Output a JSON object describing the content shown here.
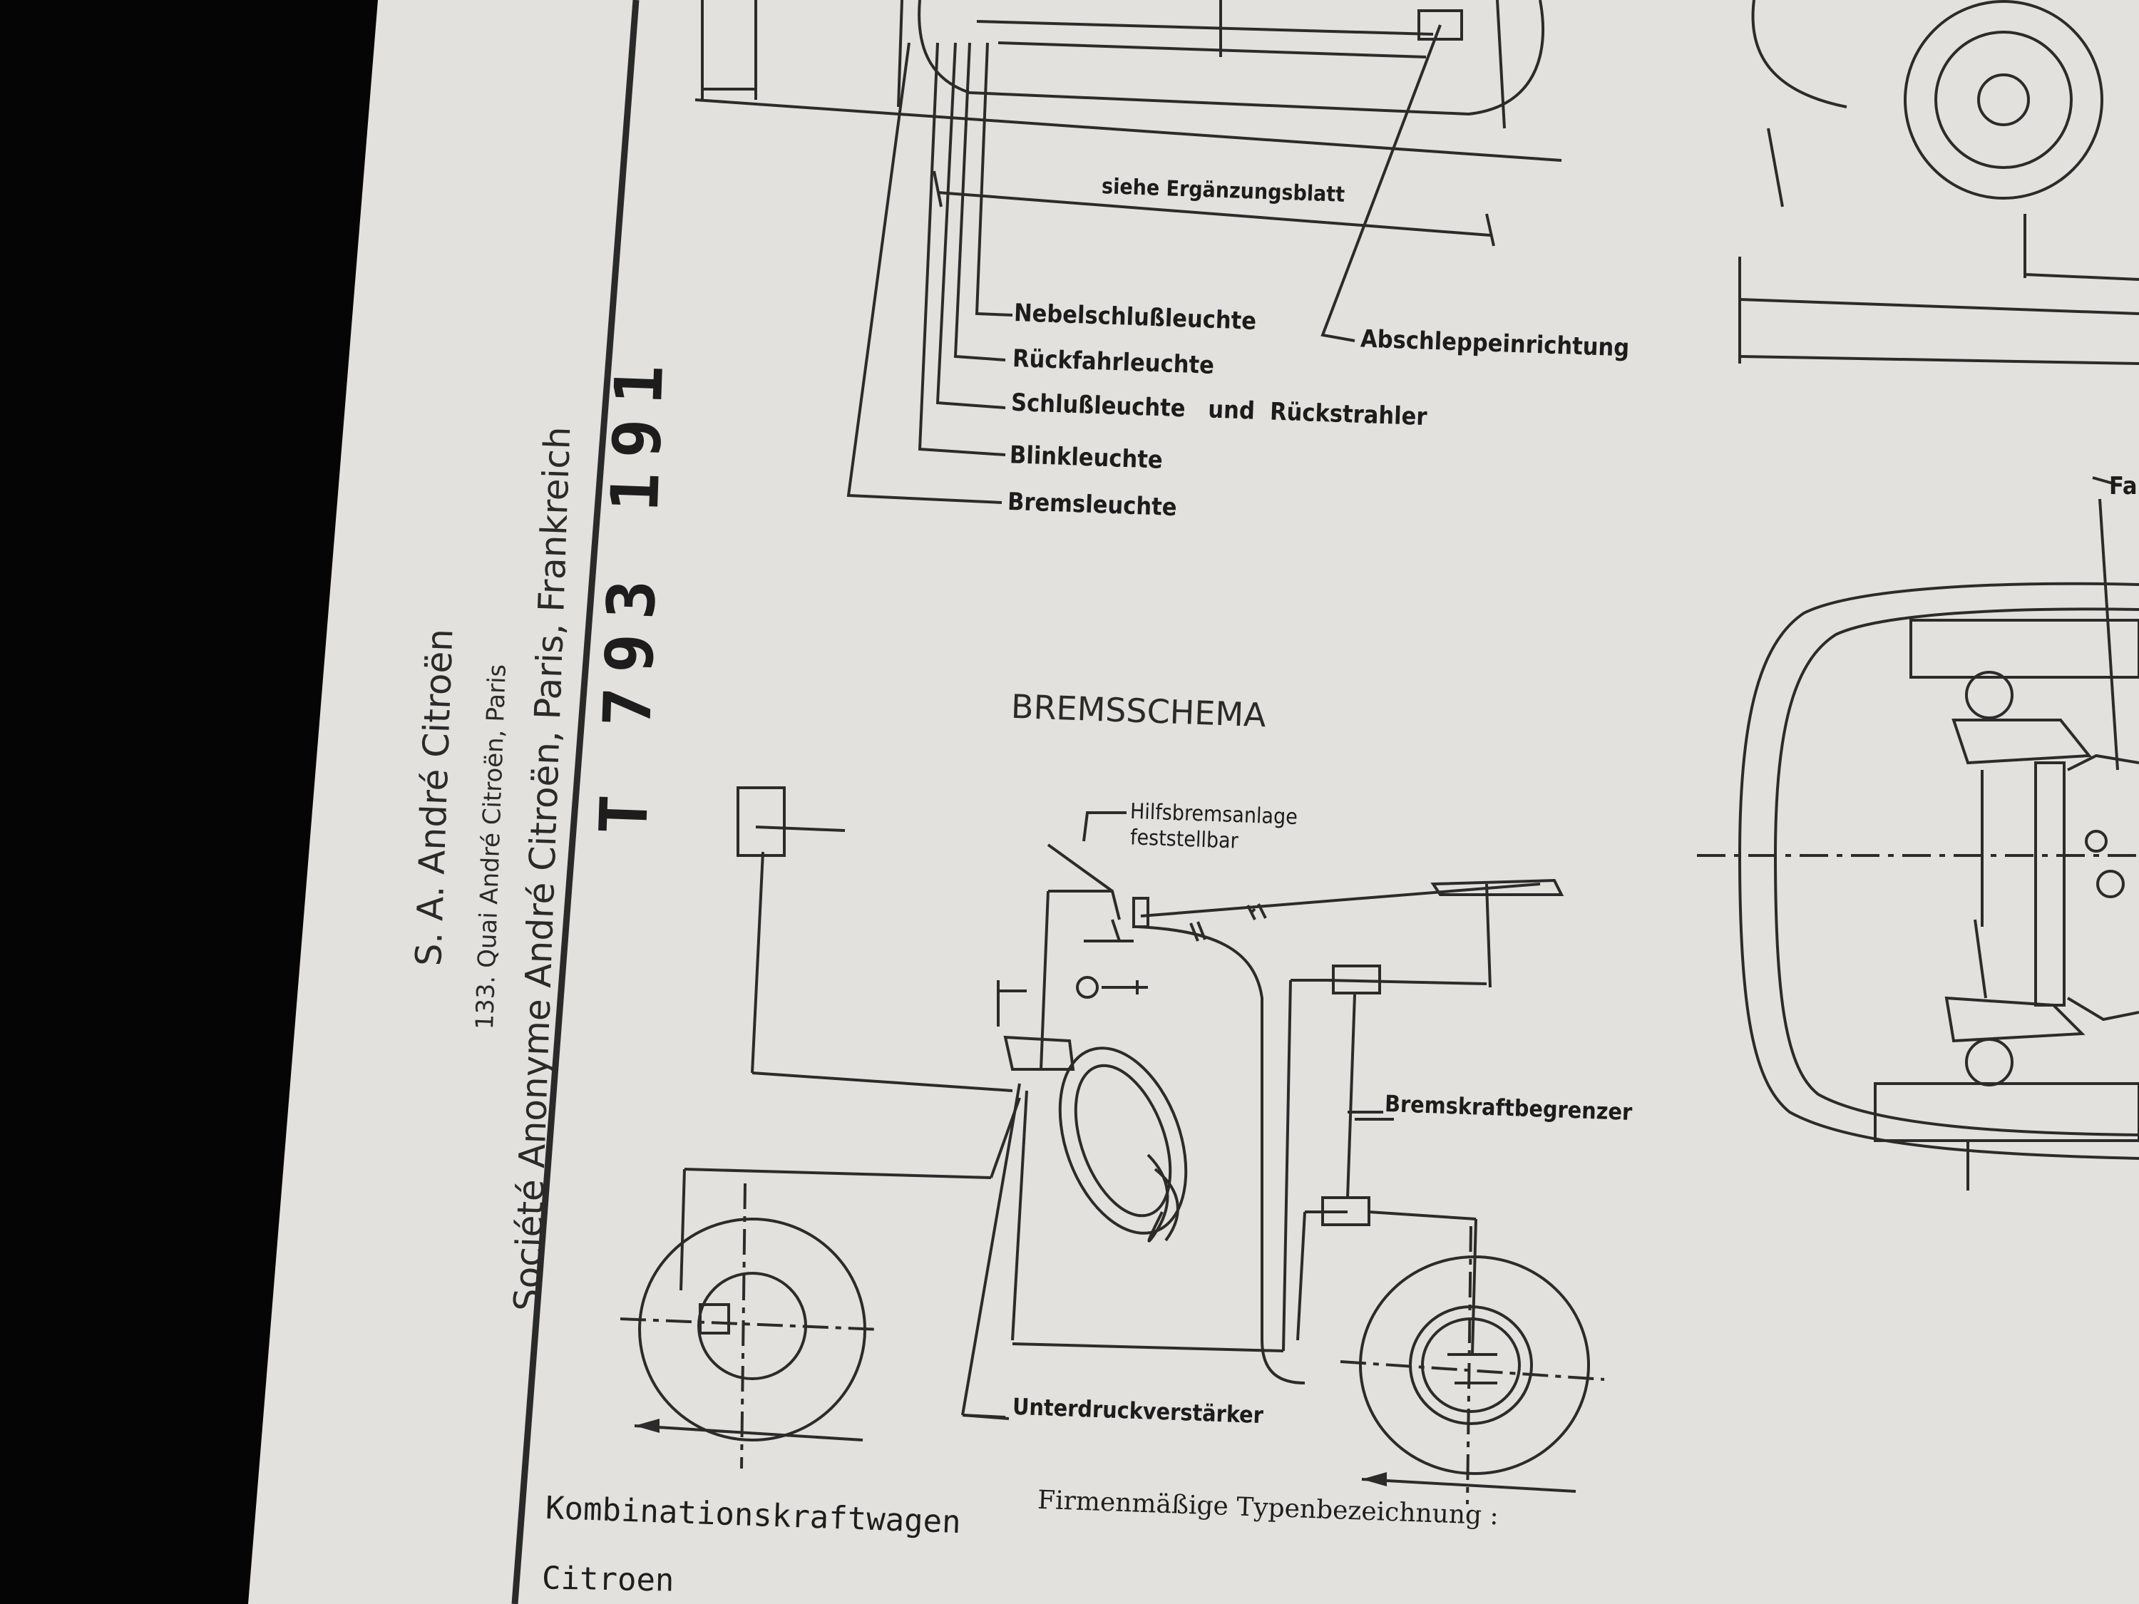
{
  "stamp": {
    "company": "S. A. André Citroën",
    "address": "133. Quai André Citroën, Paris",
    "legal_name": "Société Anonyme André Citroën, Paris, Frankreich"
  },
  "approval_number": "T 793 191",
  "rear_view": {
    "dimension_note": "siehe Ergänzungsblatt",
    "lights": [
      "Nebelschlußleuchte",
      "Rückfahrleuchte",
      "Schlußleuchte   und  Rückstrahler",
      "Blinkleuchte",
      "Bremsleuchte"
    ],
    "towing": "Abschleppeinrichtung"
  },
  "side_label_partial": "Fa",
  "brake_schema": {
    "title": "BREMSSCHEMA",
    "parking_brake_line1": "Hilfsbremsanlage",
    "parking_brake_line2": "feststellbar",
    "brake_force_limiter": "Bremskraftbegrenzer",
    "vacuum_booster": "Unterdruckverstärker"
  },
  "footer": {
    "vehicle_type": "Kombinationskraftwagen",
    "make": "Citroen",
    "designation_label": "Firmenmäßige Typenbezeichnung :"
  }
}
